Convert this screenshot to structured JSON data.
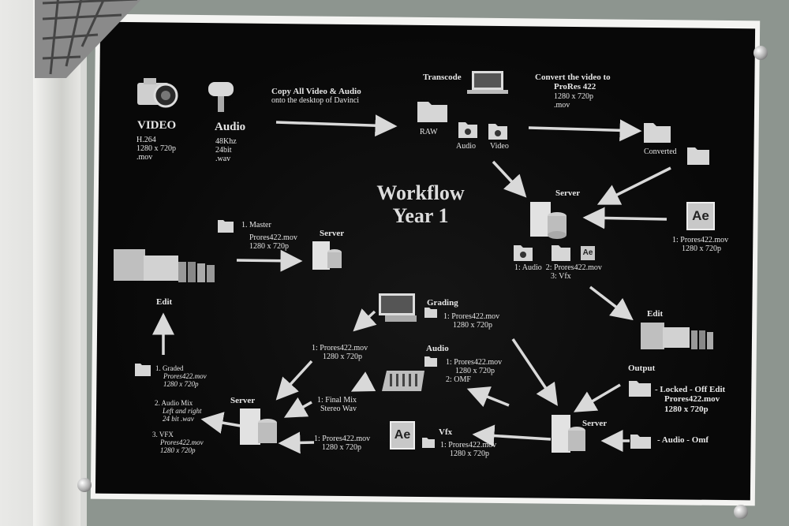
{
  "diagram": {
    "title_line1": "Workflow",
    "title_line2": "Year 1",
    "video_title": "VIDEO",
    "video_specs": [
      "H.264",
      "1280 x 720p",
      ".mov"
    ],
    "audio_title": "Audio",
    "audio_specs": [
      "48Khz",
      "24bit",
      ".wav"
    ],
    "copy_text": [
      "Copy All Video & Audio",
      "onto the desktop of Davinci"
    ],
    "transcode": "Transcode",
    "raw": "RAW",
    "audio_folder": "Audio",
    "video_folder": "Video",
    "convert_text": [
      "Convert the video to",
      "ProRes 422",
      "1280 x 720p",
      ".mov"
    ],
    "converted": "Converted",
    "server": "Server",
    "ae_input": [
      "1: Prores422.mov",
      "1280 x 720p"
    ],
    "server_outputs": [
      "1: Audio",
      "2: Prores422.mov",
      "3: Vfx"
    ],
    "master_label": "1. Master",
    "master_specs": [
      "Prores422.mov",
      "1280 x 720p"
    ],
    "edit": "Edit",
    "grading": "Grading",
    "grading_specs": [
      "1: Prores422.mov",
      "1280 x 720p"
    ],
    "audio_section": "Audio",
    "audio_section_specs": [
      "1: Prores422.mov",
      "1280 x 720p",
      "2: OMF"
    ],
    "vfx": "Vfx",
    "vfx_specs": [
      "1: Prores422.mov",
      "1280 x 720p"
    ],
    "output": "Output",
    "output_locked": [
      "- Locked - Off Edit",
      "Prores422.mov",
      "1280 x 720p"
    ],
    "output_audio": "- Audio - Omf",
    "mid_prores": [
      "1: Prores422.mov",
      "1280 x 720p"
    ],
    "final_mix": [
      "1: Final Mix",
      "Stereo Wav"
    ],
    "bottom_prores": [
      "1: Prores422.mov",
      "1280 x 720p"
    ],
    "left_graded": [
      "1. Graded",
      "Prores422.mov",
      "1280 x 720p"
    ],
    "left_audio_mix": [
      "2. Audio Mix",
      "Left and right",
      "24 bit .wav"
    ],
    "left_vfx": [
      "3. VFX",
      "Prores422.mov",
      "1280 x 720p"
    ],
    "ae_text": "Ae"
  },
  "colors": {
    "poster": "#0b0b0b",
    "ink": "#e6e6e6",
    "wall": "#8d958f"
  }
}
